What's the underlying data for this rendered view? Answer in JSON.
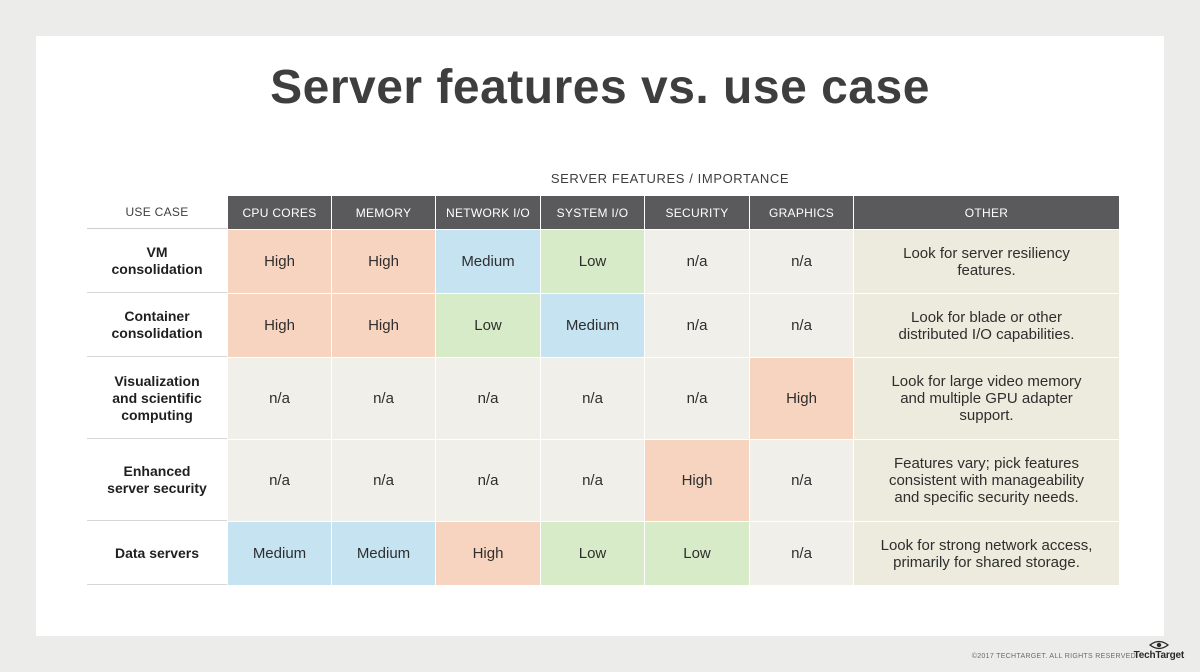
{
  "title": "Server features vs. use case",
  "features_caption": "SERVER FEATURES / IMPORTANCE",
  "use_case_header": "USE CASE",
  "columns": [
    "CPU CORES",
    "MEMORY",
    "NETWORK I/O",
    "SYSTEM I/O",
    "SECURITY",
    "GRAPHICS",
    "OTHER"
  ],
  "rows": [
    {
      "use_case": "VM consolidation",
      "values": [
        "High",
        "High",
        "Medium",
        "Low",
        "n/a",
        "n/a"
      ],
      "other": "Look for server resiliency features."
    },
    {
      "use_case": "Container consolidation",
      "values": [
        "High",
        "High",
        "Low",
        "Medium",
        "n/a",
        "n/a"
      ],
      "other": "Look for blade or other distributed I/O capabilities."
    },
    {
      "use_case": "Visualization and scientific computing",
      "values": [
        "n/a",
        "n/a",
        "n/a",
        "n/a",
        "n/a",
        "High"
      ],
      "other": "Look for large video memory and multiple GPU adapter support."
    },
    {
      "use_case": "Enhanced server security",
      "values": [
        "n/a",
        "n/a",
        "n/a",
        "n/a",
        "High",
        "n/a"
      ],
      "other": "Features vary; pick features consistent with manageability and specific security needs."
    },
    {
      "use_case": "Data servers",
      "values": [
        "Medium",
        "Medium",
        "High",
        "Low",
        "Low",
        "n/a"
      ],
      "other": "Look for strong network access, primarily for shared storage."
    }
  ],
  "level_colors": {
    "High": "#f7d4bf",
    "Medium": "#c5e3f1",
    "Low": "#d8ebc8",
    "n/a": "#f0efea"
  },
  "footer": "©2017 TECHTARGET. ALL RIGHTS RESERVED",
  "logo_text": "TechTarget"
}
